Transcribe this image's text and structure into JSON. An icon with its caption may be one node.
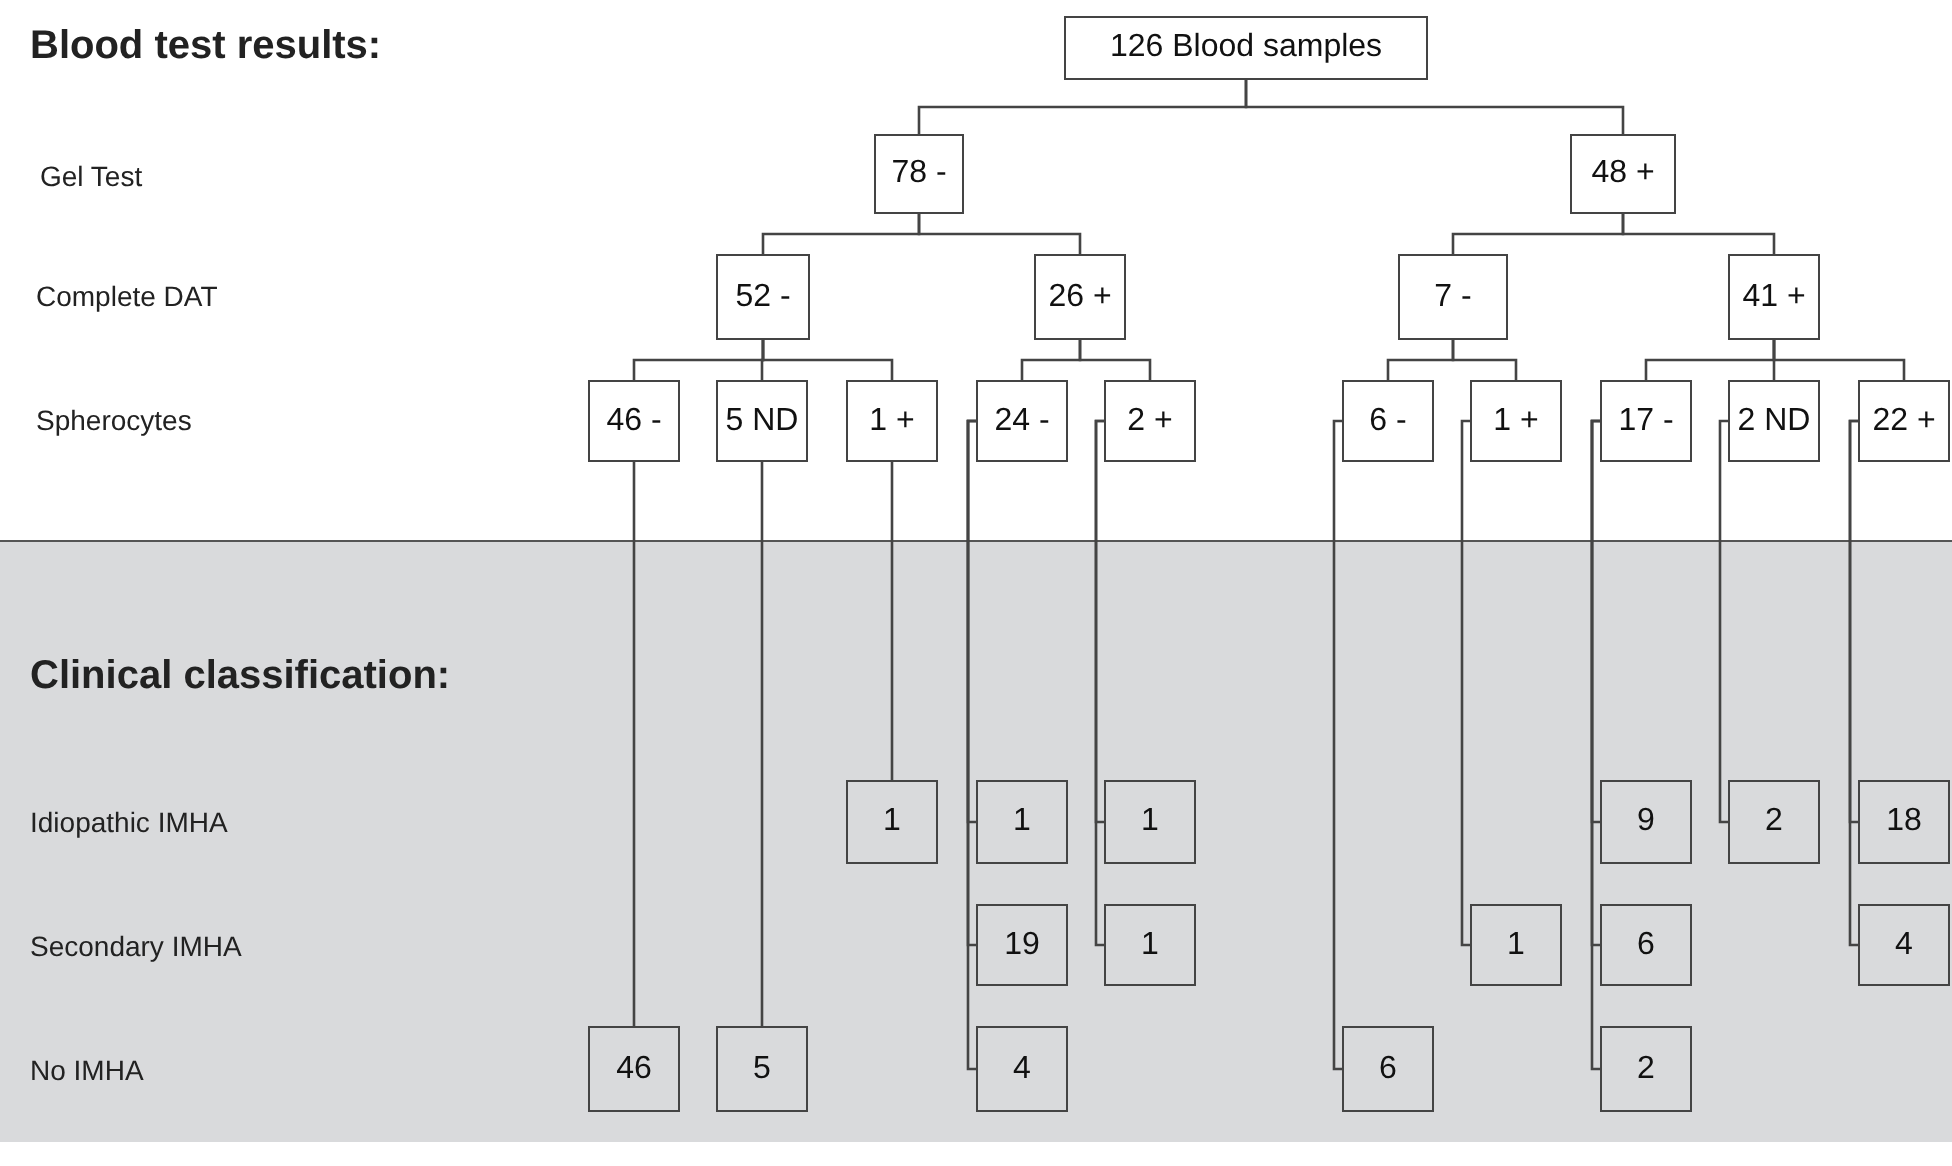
{
  "diagram": {
    "nodes": [
      {
        "text": [
          "126 Blood samples"
        ]
      },
      {
        "text": [
          "78 -"
        ]
      },
      {
        "text": [
          "48 +"
        ]
      },
      {
        "text": [
          "52 -"
        ]
      },
      {
        "text": [
          "26 +"
        ]
      },
      {
        "text": [
          "7 -"
        ]
      },
      {
        "text": [
          "41 +"
        ]
      },
      {
        "text": [
          "46 -"
        ]
      },
      {
        "text": [
          "5 ND"
        ]
      },
      {
        "text": [
          "1 +"
        ]
      },
      {
        "text": [
          "24 -"
        ]
      },
      {
        "text": [
          "2 +"
        ]
      },
      {
        "text": [
          "6 -"
        ]
      },
      {
        "text": [
          "1 +"
        ]
      },
      {
        "text": [
          "17 -"
        ]
      },
      {
        "text": [
          "2 ND"
        ]
      },
      {
        "text": [
          "22 +"
        ]
      },
      {
        "text": [
          "1"
        ]
      },
      {
        "text": [
          "1"
        ]
      },
      {
        "text": [
          "1"
        ]
      },
      {
        "text": [
          "9"
        ]
      },
      {
        "text": [
          "2"
        ]
      },
      {
        "text": [
          "18"
        ]
      },
      {
        "text": [
          "19"
        ]
      },
      {
        "text": [
          "1"
        ]
      },
      {
        "text": [
          "1"
        ]
      },
      {
        "text": [
          "6"
        ]
      },
      {
        "text": [
          "4"
        ]
      },
      {
        "text": [
          "46"
        ]
      },
      {
        "text": [
          "5"
        ]
      },
      {
        "text": [
          "4"
        ]
      },
      {
        "text": [
          "6"
        ]
      },
      {
        "text": [
          "2"
        ]
      }
    ],
    "edges": [
      {
        "from": 0,
        "to": 1,
        "arrow": "none"
      },
      {
        "from": 0,
        "to": 2,
        "arrow": "none"
      },
      {
        "from": 1,
        "to": 3,
        "arrow": "none"
      },
      {
        "from": 1,
        "to": 4,
        "arrow": "none"
      },
      {
        "from": 2,
        "to": 5,
        "arrow": "none"
      },
      {
        "from": 2,
        "to": 6,
        "arrow": "none"
      },
      {
        "from": 3,
        "to": 7,
        "arrow": "none"
      },
      {
        "from": 3,
        "to": 8,
        "arrow": "none"
      },
      {
        "from": 3,
        "to": 9,
        "arrow": "none"
      },
      {
        "from": 4,
        "to": 10,
        "arrow": "none"
      },
      {
        "from": 4,
        "to": 11,
        "arrow": "none"
      },
      {
        "from": 5,
        "to": 12,
        "arrow": "none"
      },
      {
        "from": 5,
        "to": 13,
        "arrow": "none"
      },
      {
        "from": 6,
        "to": 14,
        "arrow": "none"
      },
      {
        "from": 6,
        "to": 15,
        "arrow": "none"
      },
      {
        "from": 6,
        "to": 16,
        "arrow": "none"
      },
      {
        "from": 7,
        "to": 28,
        "arrow": "none"
      },
      {
        "from": 8,
        "to": 29,
        "arrow": "none"
      },
      {
        "from": 9,
        "to": 17,
        "arrow": "none"
      },
      {
        "from": 10,
        "to": 18,
        "arrow": "none"
      },
      {
        "from": 10,
        "to": 23,
        "arrow": "none"
      },
      {
        "from": 10,
        "to": 30,
        "arrow": "none"
      },
      {
        "from": 11,
        "to": 19,
        "arrow": "none"
      },
      {
        "from": 11,
        "to": 24,
        "arrow": "none"
      },
      {
        "from": 12,
        "to": 31,
        "arrow": "none"
      },
      {
        "from": 13,
        "to": 25,
        "arrow": "none"
      },
      {
        "from": 14,
        "to": 20,
        "arrow": "none"
      },
      {
        "from": 14,
        "to": 26,
        "arrow": "none"
      },
      {
        "from": 14,
        "to": 32,
        "arrow": "none"
      },
      {
        "from": 15,
        "to": 21,
        "arrow": "none"
      },
      {
        "from": 16,
        "to": 22,
        "arrow": "none"
      },
      {
        "from": 16,
        "to": 27,
        "arrow": "none"
      }
    ],
    "labels": [
      "Blood test results:",
      "Gel Test",
      "Complete DAT",
      "Spherocytes",
      "Clinical classification:",
      "Idiopathic IMHA",
      "Secondary IMHA",
      "No IMHA"
    ]
  }
}
